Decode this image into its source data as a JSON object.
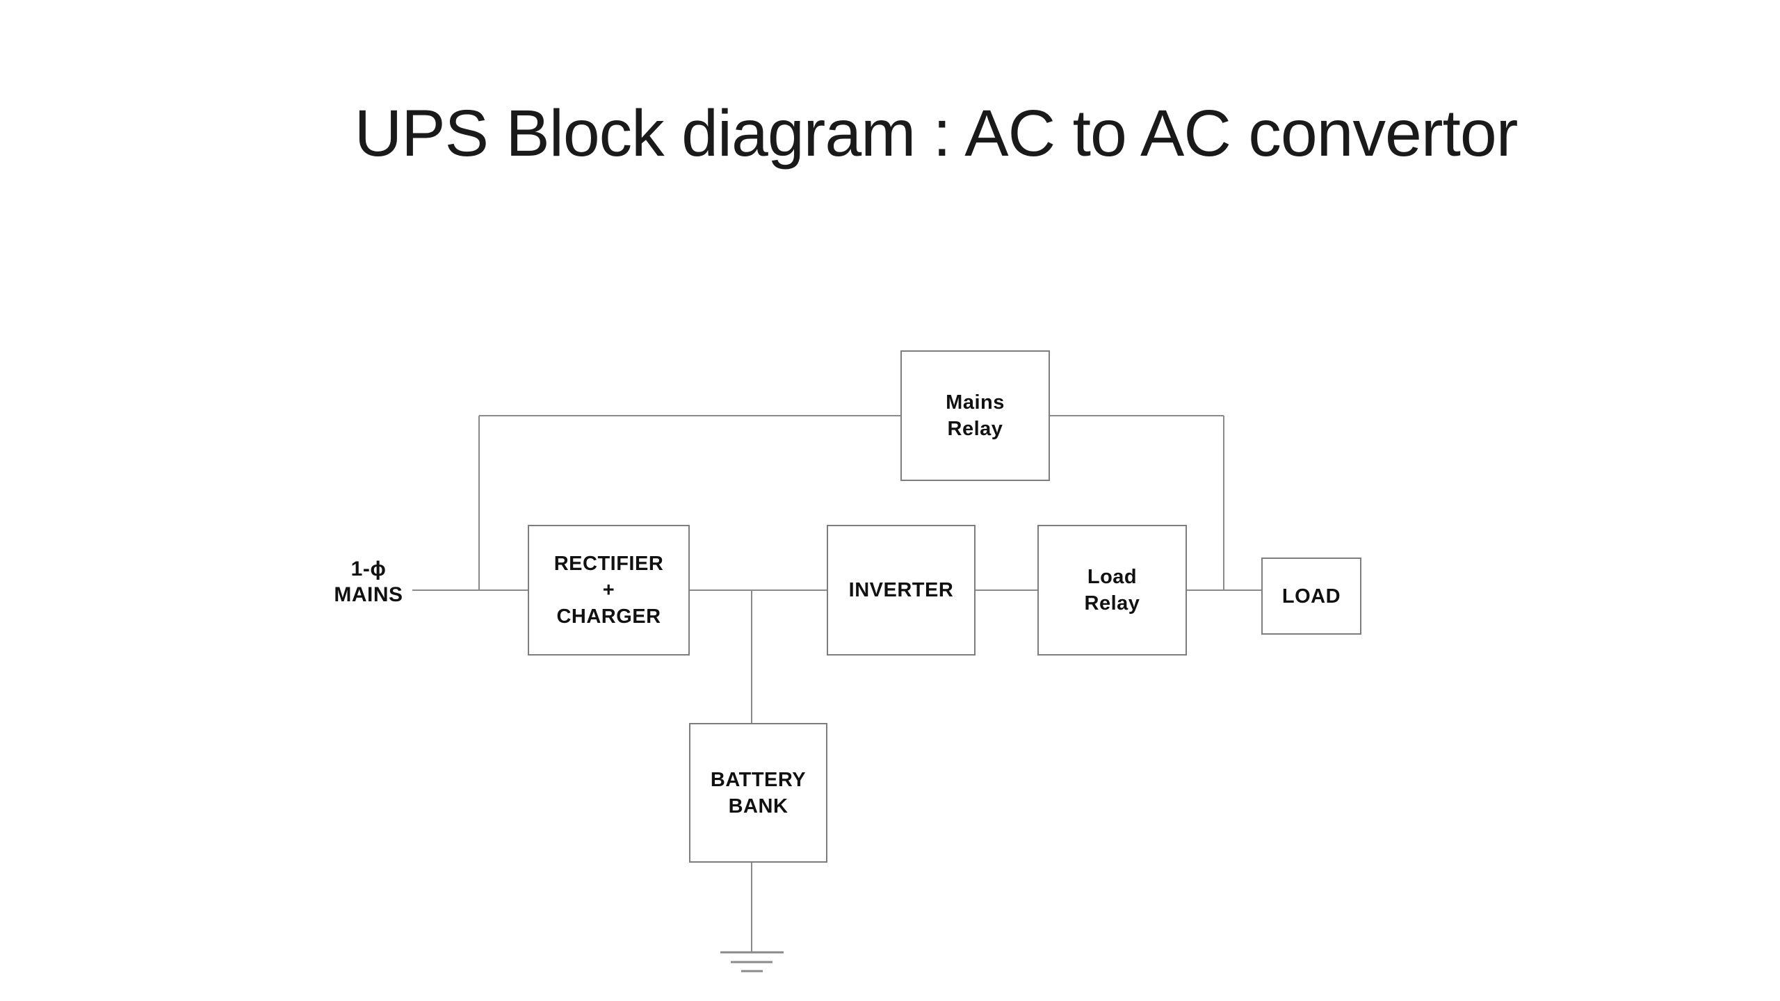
{
  "title": "UPS Block diagram : AC to AC convertor",
  "diagram": {
    "type": "block-diagram",
    "subject": "UPS AC to AC convertor",
    "source_label": {
      "lines": [
        "1-ϕ",
        "MAINS"
      ]
    },
    "blocks": {
      "mains_relay": {
        "lines": [
          "Mains",
          "Relay"
        ]
      },
      "rectifier_charger": {
        "lines": [
          "RECTIFIER",
          "+",
          "CHARGER"
        ]
      },
      "inverter": {
        "lines": [
          "INVERTER"
        ]
      },
      "load_relay": {
        "lines": [
          "Load",
          "Relay"
        ]
      },
      "load": {
        "lines": [
          "LOAD"
        ]
      },
      "battery_bank": {
        "lines": [
          "BATTERY",
          "BANK"
        ]
      }
    },
    "connections": [
      "1-ϕ MAINS → RECTIFIER + CHARGER",
      "1-ϕ MAINS → Mains Relay (bypass branch)",
      "Mains Relay → LOAD (bypass branch)",
      "RECTIFIER + CHARGER → INVERTER",
      "RECTIFIER + CHARGER junction → BATTERY BANK",
      "BATTERY BANK → earth ground",
      "INVERTER → Load Relay",
      "Load Relay → LOAD"
    ],
    "symbols": {
      "ground": "earth-ground"
    }
  },
  "colors": {
    "background": "#ffffff",
    "wire": "#8a8a8a",
    "block_border": "#7d7d7d",
    "text": "#111111",
    "title_text": "#1a1a1a"
  }
}
